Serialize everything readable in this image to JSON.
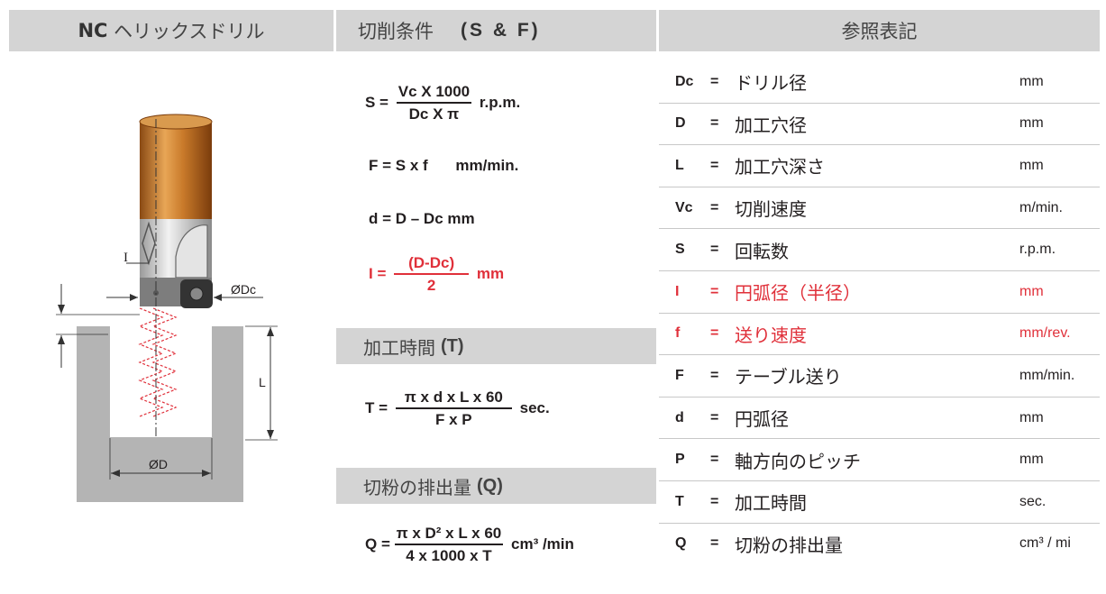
{
  "headers": {
    "product_prefix": "NC",
    "product_name": "ヘリックスドリル",
    "conditions_label": "切削条件",
    "conditions_code": "(S & F)",
    "reference_label": "参照表記"
  },
  "diagram": {
    "label_I": "I",
    "label_Dc": "ØDc",
    "label_L": "L",
    "label_D": "ØD"
  },
  "formulas": {
    "s_lhs": "S =",
    "s_num": "Vc X 1000",
    "s_den": "Dc X π",
    "s_unit": "r.p.m.",
    "f_text": "F = S x f",
    "f_unit": "mm/min.",
    "d_text": "d = D – Dc  mm",
    "i_lhs": "I =",
    "i_num": "(D-Dc)",
    "i_den": "2",
    "i_unit": "mm",
    "time_label": "加工時間",
    "time_code": "(T)",
    "t_lhs": "T =",
    "t_num": "π x d x L x 60",
    "t_den": "F x P",
    "t_unit": "sec.",
    "chip_label": "切粉の排出量",
    "chip_code": "(Q)",
    "q_lhs": "Q =",
    "q_num": "π x D² x L x 60",
    "q_den": "4 x 1000 x T",
    "q_unit": "cm³ /min"
  },
  "reference": [
    {
      "sym": "Dc",
      "eq": "=",
      "desc": "ドリル径",
      "unit": "mm",
      "highlight": false
    },
    {
      "sym": "D",
      "eq": "=",
      "desc": "加工穴径",
      "unit": "mm",
      "highlight": false
    },
    {
      "sym": "L",
      "eq": "=",
      "desc": "加工穴深さ",
      "unit": "mm",
      "highlight": false
    },
    {
      "sym": "Vc",
      "eq": "=",
      "desc": "切削速度",
      "unit": "m/min.",
      "highlight": false
    },
    {
      "sym": "S",
      "eq": "=",
      "desc": "回転数",
      "unit": "r.p.m.",
      "highlight": false
    },
    {
      "sym": "I",
      "eq": "=",
      "desc": "円弧径（半径）",
      "unit": "mm",
      "highlight": true
    },
    {
      "sym": "f",
      "eq": "=",
      "desc": "送り速度",
      "unit": "mm/rev.",
      "highlight": true
    },
    {
      "sym": "F",
      "eq": "=",
      "desc": "テーブル送り",
      "unit": "mm/min.",
      "highlight": false
    },
    {
      "sym": "d",
      "eq": "=",
      "desc": "円弧径",
      "unit": "mm",
      "highlight": false
    },
    {
      "sym": "P",
      "eq": "=",
      "desc": "軸方向のピッチ",
      "unit": "mm",
      "highlight": false
    },
    {
      "sym": "T",
      "eq": "=",
      "desc": "加工時間",
      "unit": "sec.",
      "highlight": false
    },
    {
      "sym": "Q",
      "eq": "=",
      "desc": "切粉の排出量",
      "unit": "cm³ / mi",
      "highlight": false
    }
  ],
  "colors": {
    "header_bg": "#d4d4d4",
    "accent_red": "#e0303a",
    "shank_orange": "#c97a2a",
    "workpiece_gray": "#b4b4b4"
  }
}
